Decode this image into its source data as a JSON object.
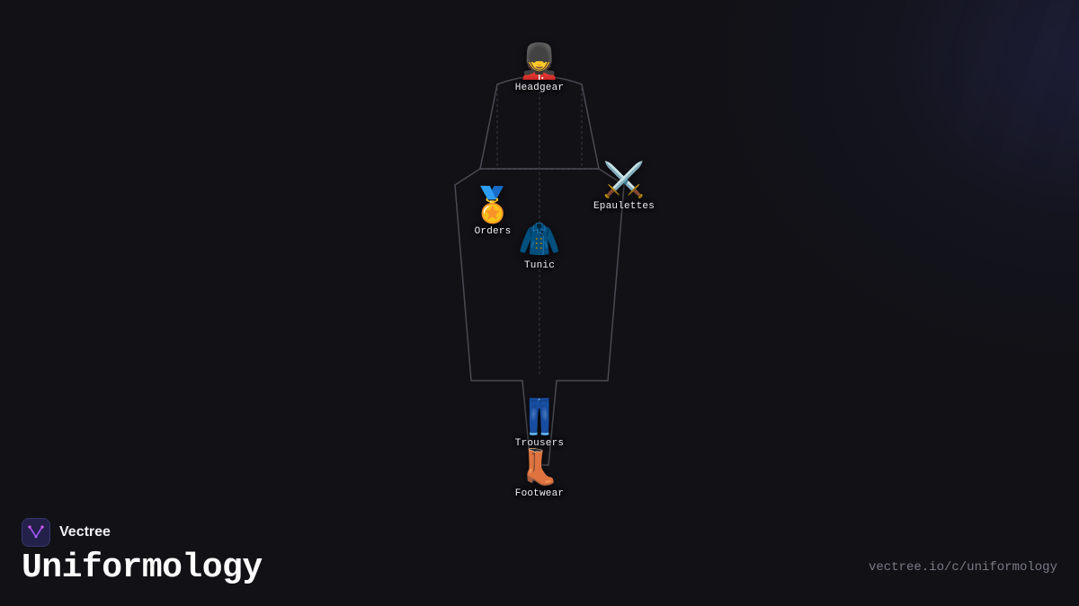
{
  "parts": {
    "headgear": {
      "icon": "💂",
      "icon_name": "guard-icon",
      "label": "Headgear"
    },
    "epaulettes": {
      "icon": "⚔️",
      "icon_name": "swords-icon",
      "label": "Epaulettes"
    },
    "orders": {
      "icon": "🏅",
      "icon_name": "medal-icon",
      "label": "Orders"
    },
    "tunic": {
      "icon": "🧥",
      "icon_name": "coat-icon",
      "label": "Tunic"
    },
    "trousers": {
      "icon": "👖",
      "icon_name": "jeans-icon",
      "label": "Trousers"
    },
    "footwear": {
      "icon": "👢",
      "icon_name": "boot-icon",
      "label": "Footwear"
    }
  },
  "brand": {
    "name": "Vectree",
    "logo_icon": "vectree-logo-icon"
  },
  "page": {
    "title": "Uniformology",
    "url": "vectree.io/c/uniformology"
  },
  "colors": {
    "background": "#111116",
    "outline": "#4a4a52",
    "brand_accent": "#b84cf0"
  }
}
